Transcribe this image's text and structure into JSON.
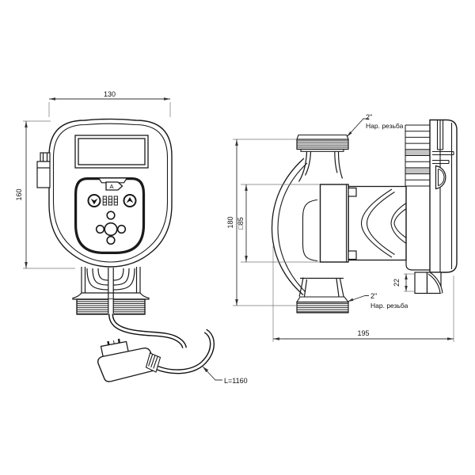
{
  "drawing": {
    "background": "#ffffff",
    "line_color": "#1a1a1a",
    "dim_color": "#333333",
    "front_view": {
      "width_dim": "130",
      "height_dim": "160",
      "cable_length_label": "L=1160",
      "mode_marker": "A"
    },
    "side_view": {
      "overall_height_dim": "180",
      "flange_dim": "□85",
      "gland_height_dim": "22",
      "overall_length_dim": "195",
      "top_connection": {
        "size": "2\"",
        "type": "Нар. резьба"
      },
      "bottom_connection": {
        "size": "2\"",
        "type": "Нар. резьба"
      }
    }
  }
}
